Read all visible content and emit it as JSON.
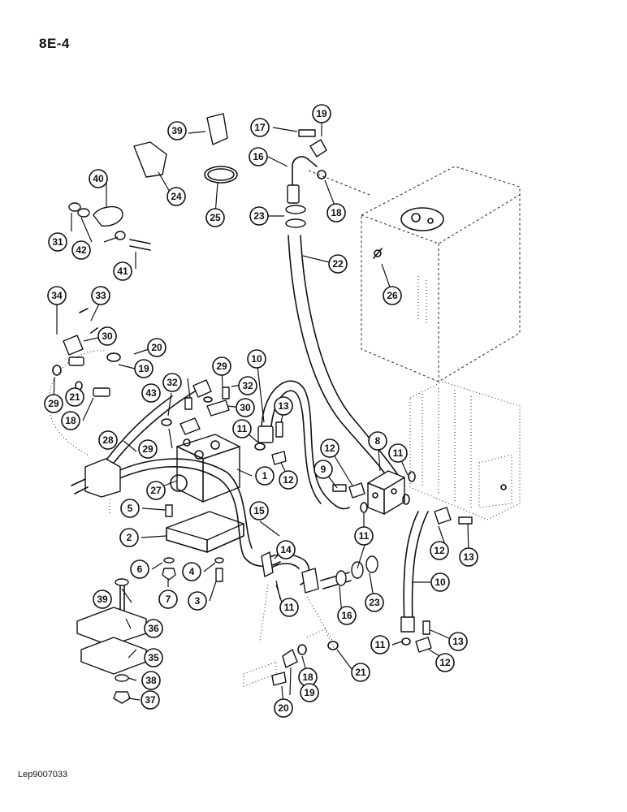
{
  "page_label": "8E-4",
  "doc_ref": "Lep9007033",
  "callouts": {
    "c1": "1",
    "c2": "2",
    "c3": "3",
    "c4": "4",
    "c5": "5",
    "c6": "6",
    "c7": "7",
    "c8": "8",
    "c9": "9",
    "c10a": "10",
    "c10b": "10",
    "c11a": "11",
    "c11b": "11",
    "c11c": "11",
    "c11d": "11",
    "c11e": "11",
    "c12a": "12",
    "c12b": "12",
    "c12c": "12",
    "c12d": "12",
    "c13a": "13",
    "c13b": "13",
    "c13c": "13",
    "c14": "14",
    "c15": "15",
    "c16a": "16",
    "c16b": "16",
    "c17": "17",
    "c18a": "18",
    "c18b": "18",
    "c18c": "18",
    "c19a": "19",
    "c19b": "19",
    "c19c": "19",
    "c20a": "20",
    "c20b": "20",
    "c21a": "21",
    "c21b": "21",
    "c22": "22",
    "c23a": "23",
    "c23b": "23",
    "c24": "24",
    "c25": "25",
    "c26": "26",
    "c27": "27",
    "c28": "28",
    "c29a": "29",
    "c29b": "29",
    "c29c": "29",
    "c30a": "30",
    "c30b": "30",
    "c31": "31",
    "c32a": "32",
    "c32b": "32",
    "c33": "33",
    "c34": "34",
    "c35": "35",
    "c36": "36",
    "c37": "37",
    "c38": "38",
    "c39a": "39",
    "c39b": "39",
    "c40": "40",
    "c41": "41",
    "c42": "42",
    "c43": "43"
  }
}
